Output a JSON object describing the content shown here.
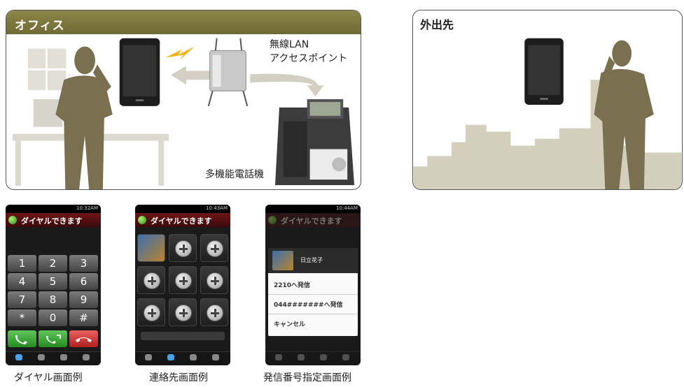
{
  "office": {
    "title": "オフィス",
    "wlan_label_line1": "無線LAN",
    "wlan_label_line2": "アクセスポイント",
    "phone_label": "多機能電話機"
  },
  "outside": {
    "title": "外出先"
  },
  "screens": {
    "dial": {
      "status_time": "10:32AM",
      "title": "ダイヤルできます",
      "keys": [
        "1",
        "2",
        "3",
        "4",
        "5",
        "6",
        "7",
        "8",
        "9",
        "*",
        "0",
        "#"
      ],
      "caption": "ダイヤル画面例"
    },
    "contacts": {
      "status_time": "10:43AM",
      "title": "ダイヤルできます",
      "caption": "連絡先画面例"
    },
    "select": {
      "status_time": "10:44AM",
      "title": "ダイヤルできます",
      "contact_name": "日立花子",
      "option_1": "2210へ発信",
      "option_2": "044#######へ発信",
      "option_3": "キャンセル",
      "caption": "発信番号指定画面例"
    }
  },
  "colors": {
    "office_header": "#7d7640",
    "silhouette": "#7a7050",
    "title_bar": "#5a1010",
    "call_green": "#3aa83a",
    "end_red": "#d03030"
  }
}
